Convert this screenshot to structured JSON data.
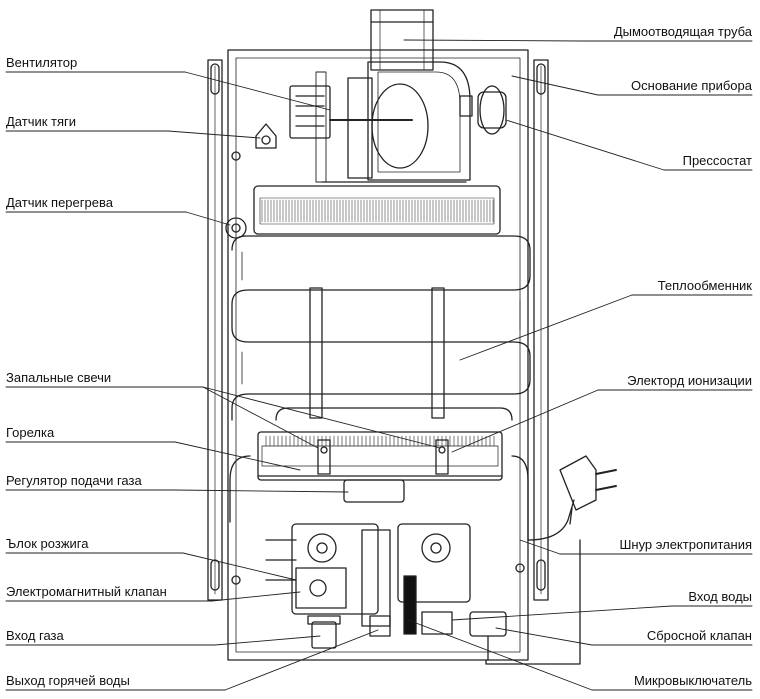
{
  "labels_left": [
    "Вентилятор",
    "Датчик тяги",
    "Датчик перегрева",
    "Запальные свечи",
    "Горелка",
    "Регулятор подачи газа",
    "Ълок розжига",
    "Электромагнитный клапан",
    "Вход газа",
    "Выход горячей воды"
  ],
  "labels_right": [
    "Дымоотводящая труба",
    "Основание прибора",
    "Прессостат",
    "Теплообменник",
    "Электорд ионизации",
    "Шнур электропитания",
    "Вход воды",
    "Сбросной клапан",
    "Микровыключатель"
  ]
}
